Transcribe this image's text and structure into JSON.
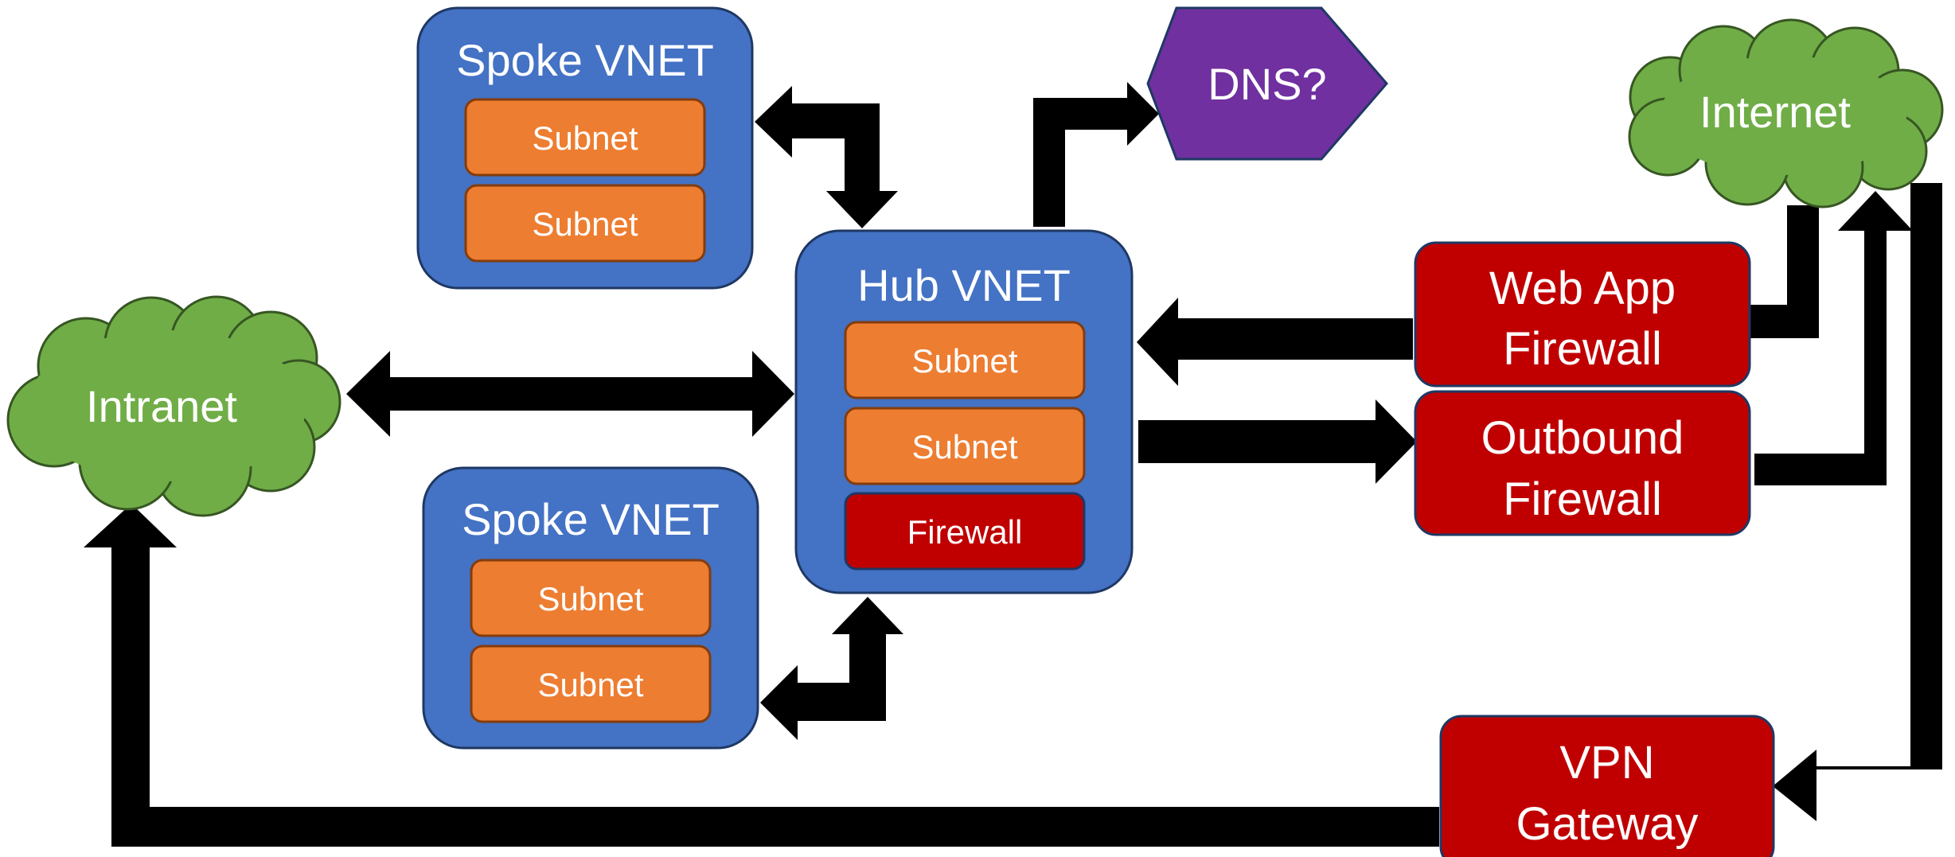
{
  "colors": {
    "vnet_fill": "#4472C4",
    "vnet_border": "#1F3864",
    "subnet_fill": "#ED7D31",
    "subnet_border": "#843C0C",
    "firewall_fill": "#C00000",
    "firewall_border": "#1F3864",
    "dns_fill": "#7030A0",
    "cloud_fill": "#70AD47",
    "cloud_border": "#375623",
    "arrow": "#000000",
    "text": "#FFFFFF"
  },
  "spoke_top": {
    "title": "Spoke VNET",
    "subnets": [
      "Subnet",
      "Subnet"
    ]
  },
  "spoke_bottom": {
    "title": "Spoke VNET",
    "subnets": [
      "Subnet",
      "Subnet"
    ]
  },
  "hub": {
    "title": "Hub VNET",
    "subnets": [
      "Subnet",
      "Subnet"
    ],
    "firewall": "Firewall"
  },
  "dns": {
    "label": "DNS?"
  },
  "internet": {
    "label": "Internet"
  },
  "intranet": {
    "label": "Intranet"
  },
  "waf": {
    "line1": "Web App",
    "line2": "Firewall"
  },
  "outbound": {
    "line1": "Outbound",
    "line2": "Firewall"
  },
  "vpn": {
    "line1": "VPN",
    "line2": "Gateway"
  }
}
